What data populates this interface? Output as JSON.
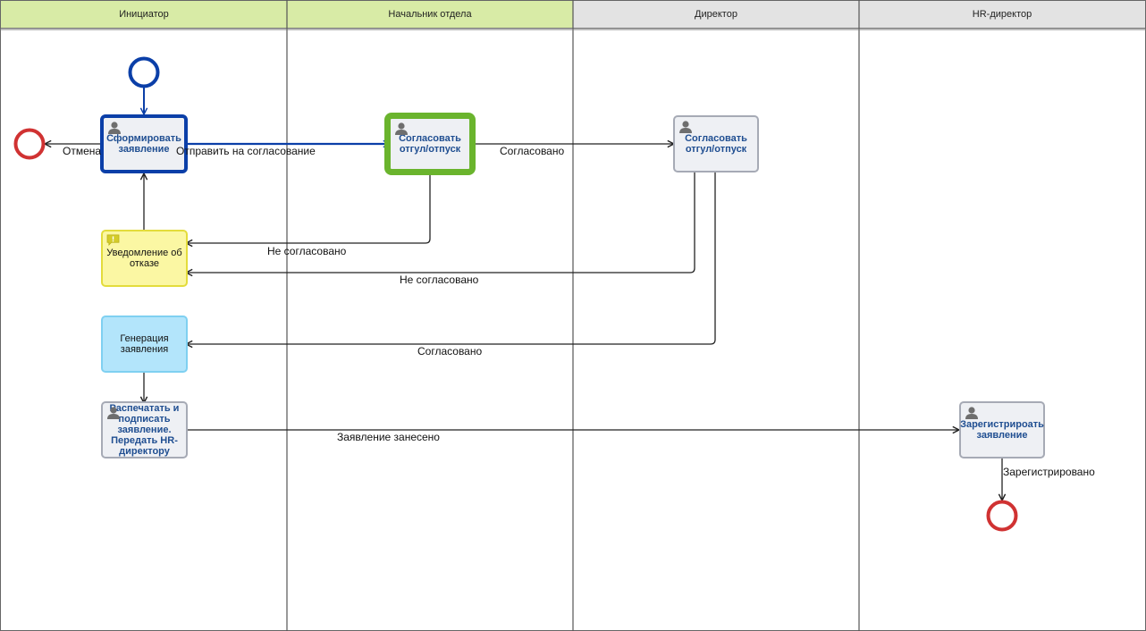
{
  "lanes": [
    {
      "title": "Инициатор",
      "header_color": "#d8eba6"
    },
    {
      "title": "Начальник отдела",
      "header_color": "#d8eba6"
    },
    {
      "title": "Директор",
      "header_color": "#e3e3e3"
    },
    {
      "title": "HR-директор",
      "header_color": "#e3e3e3"
    }
  ],
  "tasks": {
    "form_request": "Сформировать заявление",
    "dept_approve": "Согласовать отгул/отпуск",
    "dir_approve": "Согласовать отгул/отпуск",
    "rejection_notice": "Уведомление об отказе",
    "generate_request": "Генерация заявления",
    "print_sign": "Распечатать и подписать заявление. Передать HR-директору",
    "register_request": "Зарегистрироать заявление"
  },
  "flows": {
    "cancel": "Отмена",
    "send_for_approval": "Отправить на согласование",
    "approved_1": "Согласовано",
    "not_approved_1": "Не согласовано",
    "not_approved_2": "Не согласовано",
    "approved_2": "Согласовано",
    "request_filed": "Заявление занесено",
    "registered": "Зарегистрировано"
  },
  "colors": {
    "active_blue": "#0b3fa8",
    "current_green": "#6ab42d",
    "end_red": "#d03232",
    "notice_yellow": "#fbf7a3",
    "notice_border": "#e3dc3c",
    "service_blue": "#b3e5fb",
    "service_border": "#7fd0f1",
    "task_border": "#a6aab5"
  }
}
